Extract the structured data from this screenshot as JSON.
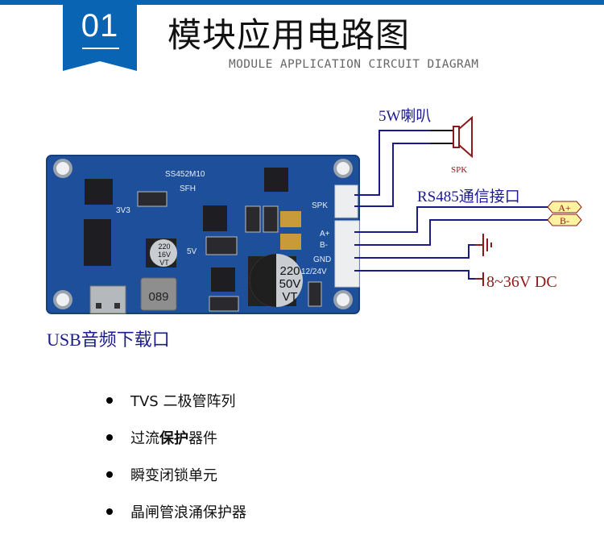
{
  "header": {
    "section_number": "01",
    "title": "模块应用电路图",
    "subtitle": "MODULE APPLICATION CIRCUIT DIAGRAM",
    "accent_color": "#0a64b4"
  },
  "board": {
    "model_marking": "SS452M10",
    "sfh_marking": "SFH",
    "rail_3v3": "3V3",
    "rail_5v": "5V",
    "cap_small": [
      "220",
      "16V",
      "VT"
    ],
    "cap_large": [
      "220",
      "50V",
      "VT"
    ],
    "inductor_marking": "089",
    "connector_labels": {
      "spk": "SPK",
      "a_plus": "A+",
      "b_minus": "B-",
      "gnd": "GND",
      "power": "12/24V"
    },
    "board_color": "#1d4f9a"
  },
  "wiring": {
    "speaker_label": "5W喇叭",
    "speaker_symbol_label": "SPK",
    "rs485_label": "RS485通信接口",
    "rs485_tags": [
      "A+",
      "B-"
    ],
    "power_label": "8~36V DC",
    "wire_color": "#1a1a8c",
    "symbol_color": "#8b1a1a",
    "tag_fill": "#fff3a0"
  },
  "usb_label": "USB音频下载口",
  "features": [
    {
      "pre": "TVS 二极管阵列",
      "bold": "",
      "post": ""
    },
    {
      "pre": "过流",
      "bold": "保护",
      "post": "器件"
    },
    {
      "pre": "瞬变闭锁单元",
      "bold": "",
      "post": ""
    },
    {
      "pre": "晶闸管浪涌保护器",
      "bold": "",
      "post": ""
    }
  ]
}
